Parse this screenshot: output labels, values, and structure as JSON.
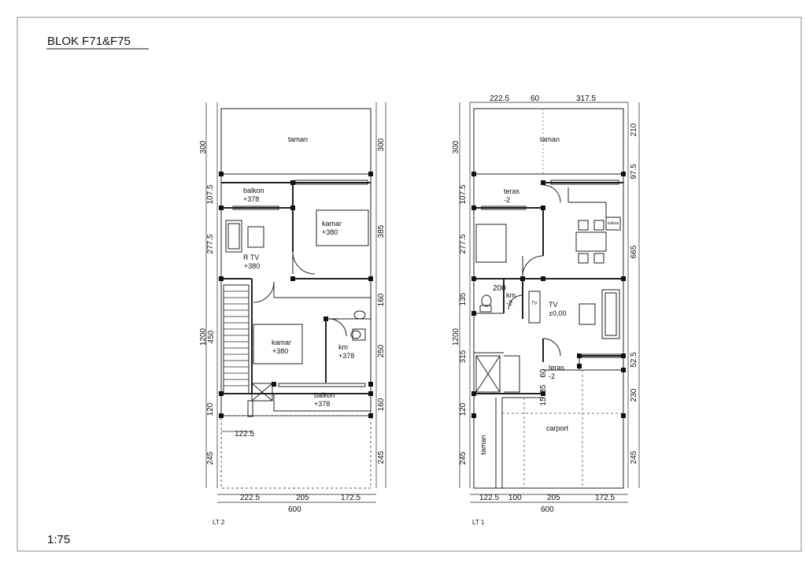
{
  "sheet": {
    "title": "BLOK F71&F75",
    "scale": "1:75"
  },
  "plan_lt2": {
    "level_label": "LT 2",
    "rooms": {
      "taman": "taman",
      "balkon_top": "balkon",
      "balkon_top_elev": "+378",
      "kamar_a": "kamar",
      "kamar_a_elev": "+380",
      "rtv": "R TV",
      "rtv_elev": "+380",
      "kamar_b": "kamar",
      "kamar_b_elev": "+380",
      "km": "km",
      "km_elev": "+378",
      "balkon_bottom": "balkon",
      "balkon_bottom_elev": "+378"
    },
    "dims_left": [
      "300",
      "107.5",
      "277.5",
      "1200",
      "450",
      "120",
      "245"
    ],
    "dims_right": [
      "300",
      "385",
      "160",
      "250",
      "160",
      "245"
    ],
    "dims_bottom": [
      "222.5",
      "205",
      "172.5"
    ],
    "dim_total": "600",
    "dim_stair": "122.5"
  },
  "plan_lt1": {
    "level_label": "LT 1",
    "rooms": {
      "taman_top": "taman",
      "teras_top": "teras",
      "teras_top_elev": "-2",
      "kulkas": "kulkas",
      "km": "km",
      "km_elev": "-2",
      "tv_box": "TV",
      "tv": "TV",
      "tv_elev": "±0,00",
      "teras_mid": "teras",
      "teras_mid_elev": "-2",
      "carport": "carport",
      "taman_side": "taman",
      "dim_200": "200"
    },
    "dims_top": [
      "222.5",
      "60",
      "317.5"
    ],
    "dims_left": [
      "300",
      "107.5",
      "277.5",
      "135",
      "1200",
      "315",
      "120",
      "245"
    ],
    "dims_right": [
      "210",
      "97.5",
      "665",
      "52.5",
      "230",
      "245"
    ],
    "dims_inner": [
      "60",
      "15",
      "85"
    ],
    "dims_bottom": [
      "122.5",
      "100",
      "205",
      "172.5"
    ],
    "dim_total": "600"
  }
}
